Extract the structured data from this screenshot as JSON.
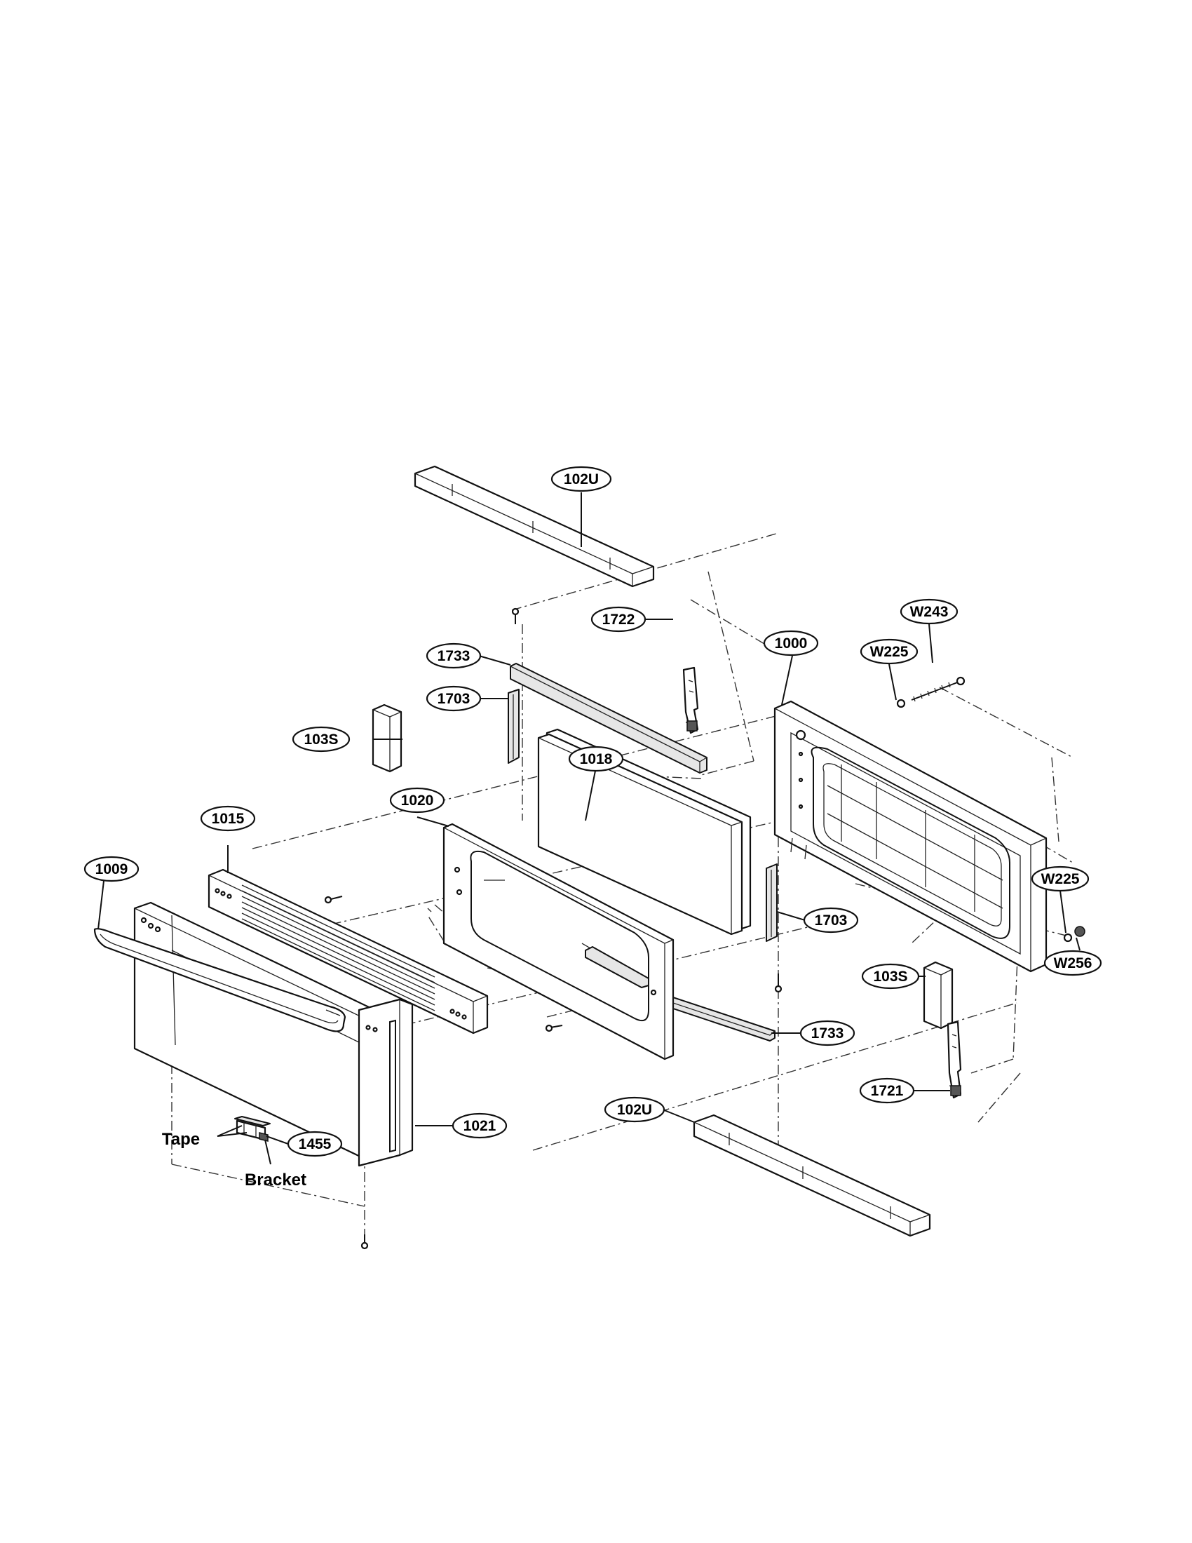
{
  "callouts": [
    {
      "id": "102U-top",
      "text": "102U"
    },
    {
      "id": "1722",
      "text": "1722"
    },
    {
      "id": "W243",
      "text": "W243"
    },
    {
      "id": "1733-top",
      "text": "1733"
    },
    {
      "id": "1000",
      "text": "1000"
    },
    {
      "id": "W225-top",
      "text": "W225"
    },
    {
      "id": "1703-left",
      "text": "1703"
    },
    {
      "id": "103S-left",
      "text": "103S"
    },
    {
      "id": "1018",
      "text": "1018"
    },
    {
      "id": "1015",
      "text": "1015"
    },
    {
      "id": "1020",
      "text": "1020"
    },
    {
      "id": "1009",
      "text": "1009"
    },
    {
      "id": "W225-right",
      "text": "W225"
    },
    {
      "id": "1703-right",
      "text": "1703"
    },
    {
      "id": "W256",
      "text": "W256"
    },
    {
      "id": "103S-right",
      "text": "103S"
    },
    {
      "id": "1733-bottom",
      "text": "1733"
    },
    {
      "id": "1721",
      "text": "1721"
    },
    {
      "id": "102U-bottom",
      "text": "102U"
    },
    {
      "id": "1021",
      "text": "1021"
    },
    {
      "id": "1455",
      "text": "1455"
    }
  ],
  "labels": {
    "tape": "Tape",
    "bracket": "Bracket"
  }
}
